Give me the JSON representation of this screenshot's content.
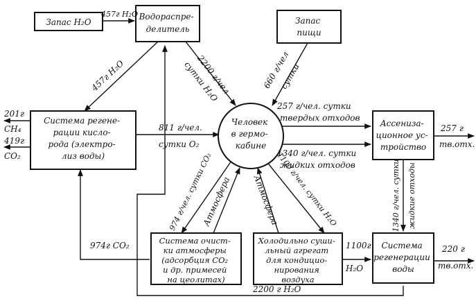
{
  "nodes": {
    "water_stock": [
      "Запас H₂O"
    ],
    "water_dist": [
      "Водораспре-",
      "делитель"
    ],
    "food_stock": [
      "Запас",
      "пищи"
    ],
    "oxygen_regen": [
      "Система регене-",
      "рации кисло-",
      "рода (электро-",
      "лиз воды)"
    ],
    "human": [
      "Человек",
      "в гермо-",
      "кабине"
    ],
    "sanitation": [
      "Ассениза-",
      "ционное ус-",
      "тройство"
    ],
    "air_cleaning": [
      "Система очист-",
      "ки атмосферы",
      "(адсорбция CO₂",
      "и др. примесей",
      "на цеолитах)"
    ],
    "cooling_drying": [
      "Холодильно суши-",
      "льный агрегат",
      "для кондицио-",
      "нирования",
      "воздуха"
    ],
    "water_regen": [
      "Система",
      "регенерации",
      "воды"
    ]
  },
  "labels": {
    "stock_to_dist": "457г H₂O",
    "dist_to_oxy": "457г H₂O",
    "dist_to_human_1": "2200 г/чел",
    "dist_to_human_2": "сутки H₂O",
    "food_to_human_1": "660 г/чел",
    "food_to_human_2": "сутки",
    "oxy_out_ch4_amt": "201г",
    "oxy_out_ch4": "CH₄",
    "oxy_out_co2_amt": "419г",
    "oxy_out_co2": "CO₂",
    "oxy_to_human_1": "811 г/чел.",
    "oxy_to_human_2": "сутки O₂",
    "solid_1": "257 г/чел. сутки",
    "solid_2": "твердых отходов",
    "liquid_1": "1340 г/чел. сутки",
    "liquid_2": "жидких отходов",
    "san_out_amt": "257 г",
    "san_out_2": "тв.отх.",
    "co2_human": "974 г/чел. сутки CO₂",
    "atm_left": "Атмосфера",
    "atm_right": "Атмосфера",
    "h2o_human": "1100 г/чел. сутки H₂O",
    "san_to_water_1": "1340 г/чел. сутки",
    "san_to_water_2": "жидкие отходы",
    "air_to_oxy": "974г CO₂",
    "cool_to_water_1": "1100г",
    "cool_to_water_2": "H₂O",
    "water_out_amt": "220 г",
    "water_out_2": "тв.отх.",
    "return_water": "2200 г H₂O"
  }
}
